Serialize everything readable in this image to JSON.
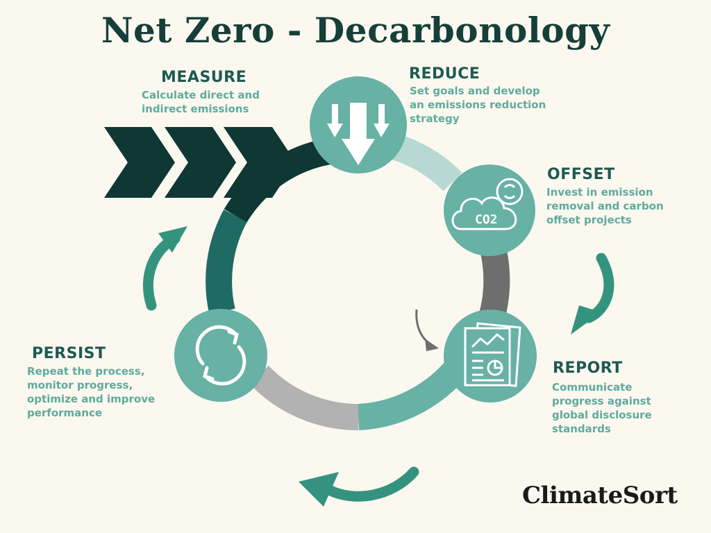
{
  "title": "Net Zero - Decarbonology",
  "colors": {
    "background": "#fbf8f0",
    "dark_green": "#0f3734",
    "deep_teal": "#1f6a62",
    "teal": "#67b1a5",
    "light_teal": "#b8d9d3",
    "arrow_teal": "#34937f",
    "gray": "#6e6e6e",
    "light_gray": "#b2b2b2",
    "heading": "#1d5a52",
    "description": "#5faa9c"
  },
  "steps": {
    "measure": {
      "title": "MEASURE",
      "description": [
        "Calculate direct and",
        "indirect emissions"
      ]
    },
    "reduce": {
      "title": "REDUCE",
      "description": [
        "Set goals and develop",
        "an emissions reduction",
        "strategy"
      ],
      "icon": "down-arrows-icon"
    },
    "offset": {
      "title": "OFFSET",
      "description": [
        "Invest in emission",
        "removal and carbon",
        "offset projects"
      ],
      "icon": "co2-cloud-icon",
      "icon_text": "CO2"
    },
    "report": {
      "title": "REPORT",
      "description": [
        "Communicate",
        "progress against",
        "global disclosure",
        "standards"
      ],
      "icon": "report-document-icon"
    },
    "persist": {
      "title": "PERSIST",
      "description": [
        "Repeat the process,",
        "monitor progress,",
        "optimize and improve",
        "performance"
      ],
      "icon": "refresh-cycle-icon"
    }
  },
  "logo": "ClimateSort"
}
